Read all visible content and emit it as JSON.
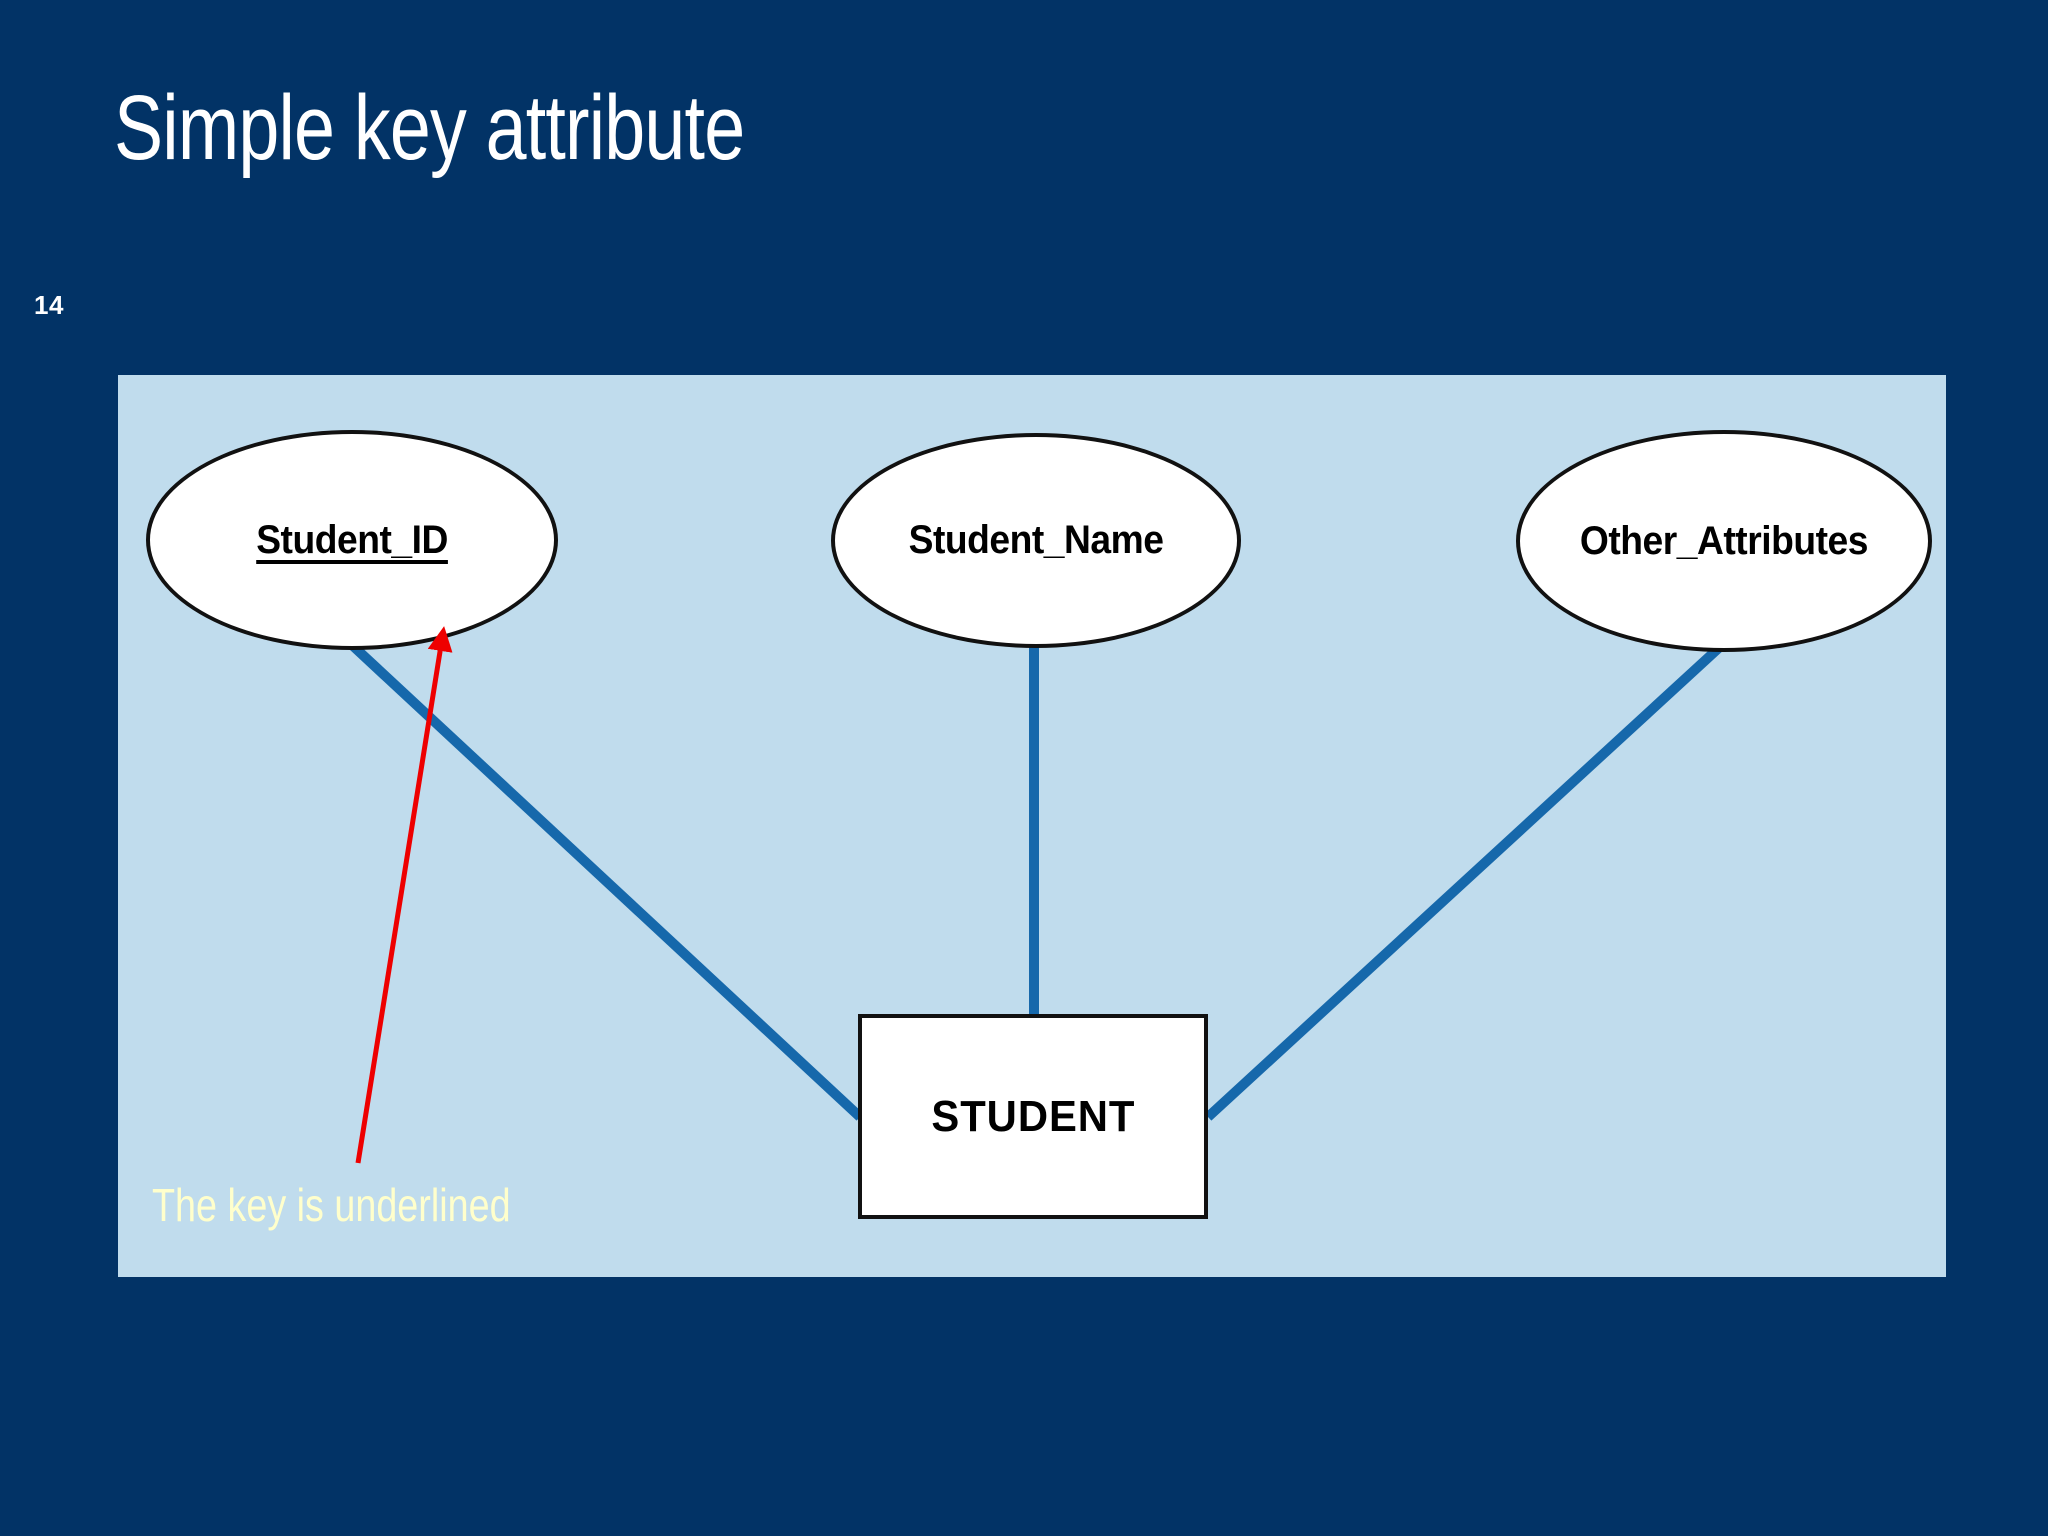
{
  "slide": {
    "title": "Simple key attribute",
    "page_number": "14",
    "background_color": "#023366",
    "title_color": "#ffffff",
    "panel_color": "#c0dced"
  },
  "diagram": {
    "type": "er-diagram",
    "entity": {
      "name": "STUDENT",
      "shape": "rectangle",
      "fill": "#ffffff",
      "stroke": "#111111"
    },
    "attributes": [
      {
        "label": "Student_ID",
        "shape": "ellipse",
        "is_key": true,
        "underlined": true
      },
      {
        "label": "Student_Name",
        "shape": "ellipse",
        "is_key": false,
        "underlined": false
      },
      {
        "label": "Other_Attributes",
        "shape": "ellipse",
        "is_key": false,
        "underlined": false
      }
    ],
    "connector_color": "#1668ab",
    "annotation": {
      "text": "The key is underlined",
      "text_color": "#ffffcc",
      "arrow_color": "#ee0000",
      "arrow_points_to": "Student_ID"
    }
  }
}
